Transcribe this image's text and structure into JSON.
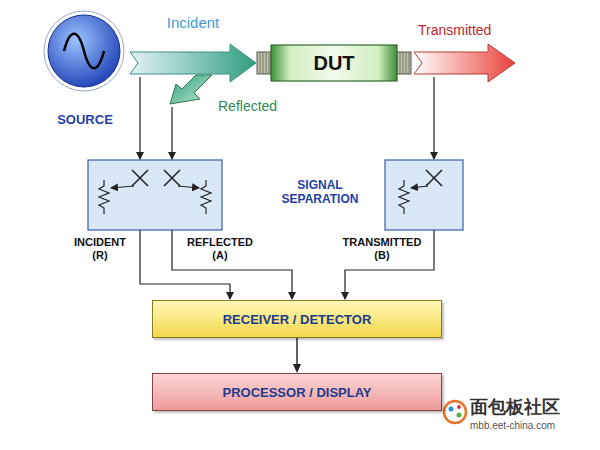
{
  "diagram": {
    "nodes": [
      {
        "text": [
          "SOURCE"
        ]
      },
      {
        "text": [
          "DUT"
        ]
      },
      {
        "text": [
          "RECEIVER / DETECTOR"
        ]
      },
      {
        "text": [
          "PROCESSOR / DISPLAY"
        ]
      }
    ],
    "edges": [
      {
        "from": 0,
        "to": 1,
        "arrow": "to",
        "label": "Incident"
      },
      {
        "from": 2,
        "to": 3,
        "arrow": "to"
      }
    ],
    "labels": [
      "Reflected",
      "Transmitted",
      "SIGNAL SEPARATION",
      "INCIDENT (R)",
      "REFLECTED (A)",
      "TRANSMITTED (B)",
      "面包板社区",
      "mbb.eet-china.com"
    ]
  }
}
